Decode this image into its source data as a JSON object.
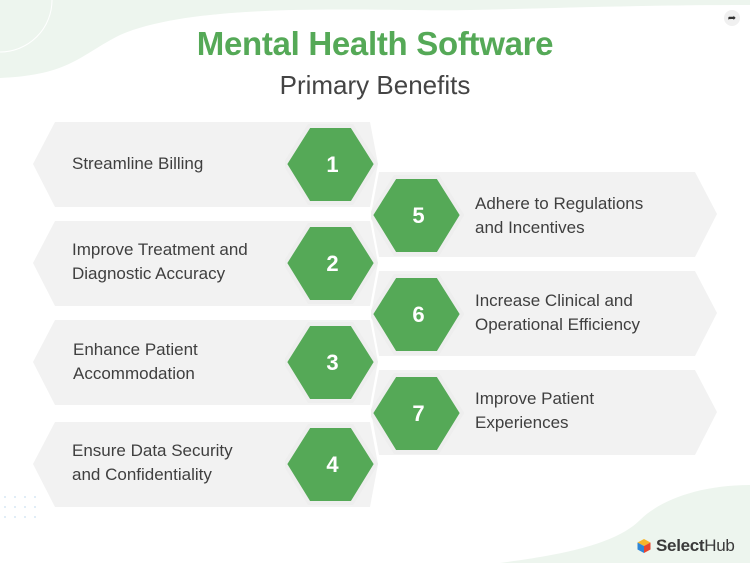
{
  "header": {
    "title": "Mental Health Software",
    "subtitle": "Primary Benefits"
  },
  "benefits": [
    {
      "number": "1",
      "label_line1": "Streamline Billing",
      "label_line2": ""
    },
    {
      "number": "2",
      "label_line1": "Improve Treatment and",
      "label_line2": "Diagnostic Accuracy"
    },
    {
      "number": "3",
      "label_line1": "Enhance Patient",
      "label_line2": "Accommodation"
    },
    {
      "number": "4",
      "label_line1": "Ensure Data Security",
      "label_line2": "and Confidentiality"
    },
    {
      "number": "5",
      "label_line1": "Adhere to Regulations",
      "label_line2": "and Incentives"
    },
    {
      "number": "6",
      "label_line1": "Increase Clinical and",
      "label_line2": "Operational Efficiency"
    },
    {
      "number": "7",
      "label_line1": "Improve Patient",
      "label_line2": "Experiences"
    }
  ],
  "colors": {
    "accent_green": "#55a957",
    "bar_gray": "#f2f2f2",
    "text_dark": "#3f3f3f",
    "background_tint": "#edf5ee"
  },
  "share": {
    "icon": "share-arrow-icon"
  },
  "brand": {
    "logo_bold": "Select",
    "logo_regular": "Hub",
    "icon": "selecthub-cube-icon"
  }
}
